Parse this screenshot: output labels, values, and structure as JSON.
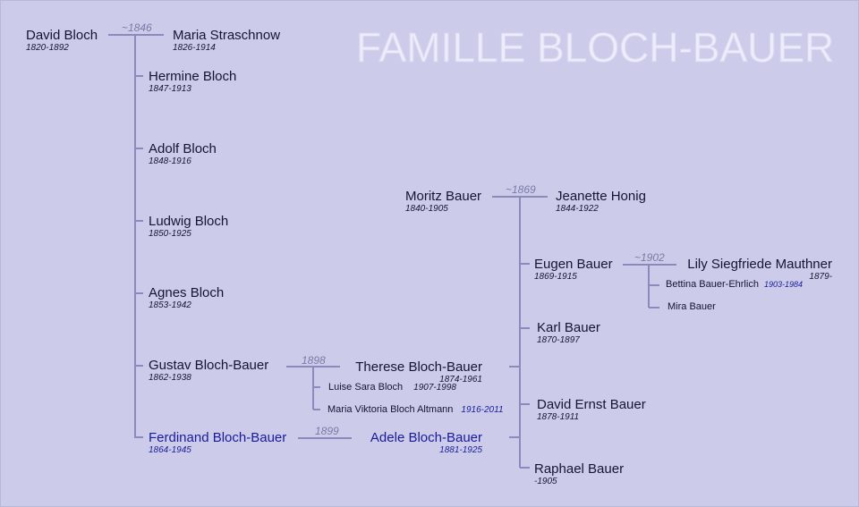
{
  "title": "FAMILLE BLOCH-BAUER",
  "people": {
    "david_bloch": {
      "name": "David Bloch",
      "dates": "1820-1892"
    },
    "maria_straschnow": {
      "name": "Maria Straschnow",
      "dates": "1826-1914"
    },
    "hermine": {
      "name": "Hermine Bloch",
      "dates": "1847-1913"
    },
    "adolf": {
      "name": "Adolf Bloch",
      "dates": "1848-1916"
    },
    "ludwig": {
      "name": "Ludwig Bloch",
      "dates": "1850-1925"
    },
    "agnes": {
      "name": "Agnes Bloch",
      "dates": "1853-1942"
    },
    "gustav": {
      "name": "Gustav Bloch-Bauer",
      "dates": "1862-1938"
    },
    "ferdinand": {
      "name": "Ferdinand Bloch-Bauer",
      "dates": "1864-1945"
    },
    "therese": {
      "name": "Therese Bloch-Bauer",
      "dates": "1874-1961"
    },
    "adele": {
      "name": "Adele Bloch-Bauer",
      "dates": "1881-1925"
    },
    "luise": {
      "name": "Luise Sara Bloch",
      "dates": "1907-1998"
    },
    "maria_viktoria": {
      "name": "Maria Viktoria Bloch Altmann",
      "dates": "1916-2011"
    },
    "moritz": {
      "name": "Moritz Bauer",
      "dates": "1840-1905"
    },
    "jeanette": {
      "name": "Jeanette Honig",
      "dates": "1844-1922"
    },
    "eugen": {
      "name": "Eugen Bauer",
      "dates": "1869-1915"
    },
    "lily": {
      "name": "Lily Siegfriede Mauthner",
      "dates": "1879-"
    },
    "bettina": {
      "name": "Bettina Bauer-Ehrlich",
      "dates": "1903-1984"
    },
    "mira": {
      "name": "Mira Bauer"
    },
    "karl": {
      "name": "Karl Bauer",
      "dates": "1870-1897"
    },
    "david_ernst": {
      "name": "David Ernst Bauer",
      "dates": "1878-1911"
    },
    "raphael": {
      "name": "Raphael Bauer",
      "dates": "-1905"
    }
  },
  "marriages": {
    "bloch": "~1846",
    "gustav_therese": "1898",
    "ferdinand_adele": "1899",
    "bauer": "~1869",
    "eugen_lily": "~1902"
  },
  "colors": {
    "background": "#ccccea",
    "line": "#8a8abc",
    "text": "#141433",
    "highlight": "#1a1a99"
  }
}
